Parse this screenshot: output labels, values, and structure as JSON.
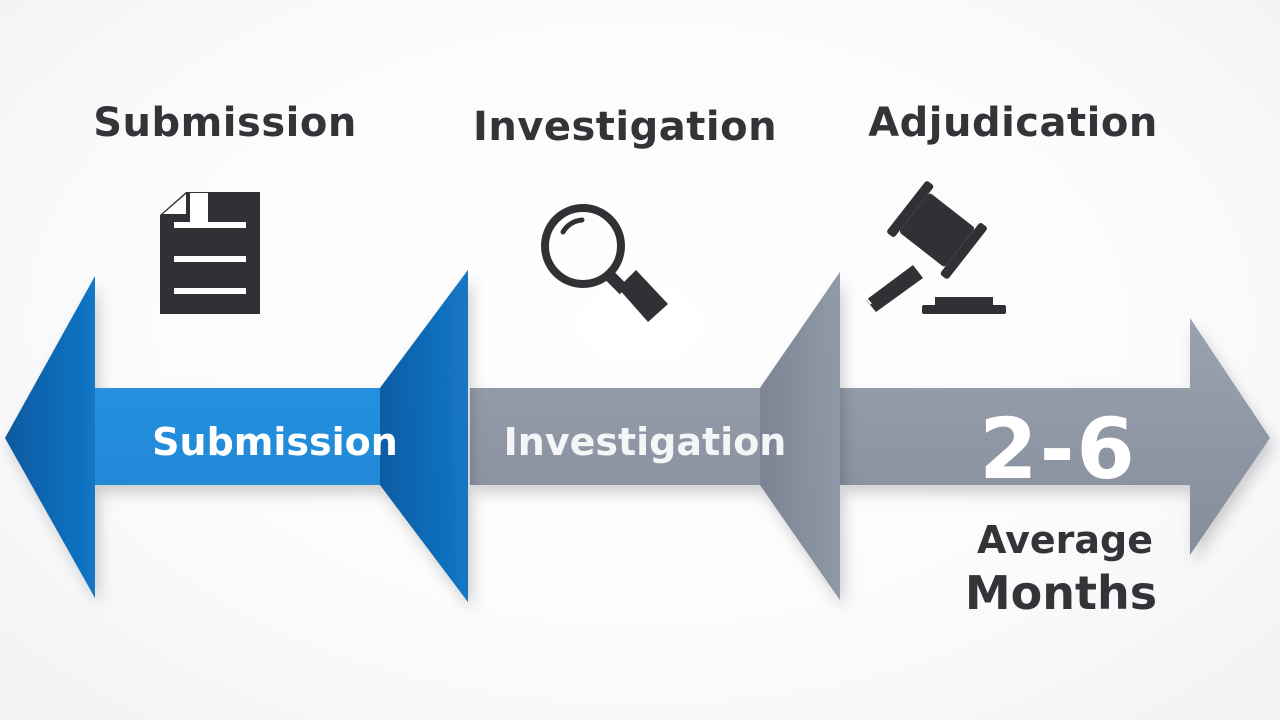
{
  "stages": [
    {
      "title": "Submission",
      "band_label": "Submission",
      "icon": "document-icon"
    },
    {
      "title": "Investigation",
      "band_label": "Investigation",
      "icon": "magnifier-icon"
    },
    {
      "title": "Adjudication",
      "band_label": "",
      "icon": "gavel-icon"
    }
  ],
  "duration": {
    "value": "2-6",
    "line1": "Average",
    "line2": "Months"
  },
  "colors": {
    "submission_blue": "#1e8ad8",
    "submission_dark": "#0d63ad",
    "gray_band": "#8e96a5",
    "gray_dark": "#7c8494",
    "icon_dark": "#2f3134",
    "text_dark": "#333438"
  }
}
